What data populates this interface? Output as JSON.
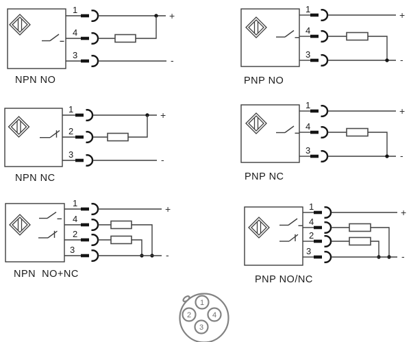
{
  "diagrams": [
    {
      "id": "npn-no",
      "label": "NPN NO",
      "positive": "+",
      "negative": "-",
      "wires": [
        {
          "pin": "1"
        },
        {
          "pin": "4"
        },
        {
          "pin": "3"
        }
      ]
    },
    {
      "id": "pnp-no",
      "label": "PNP NO",
      "positive": "+",
      "negative": "-",
      "wires": [
        {
          "pin": "1"
        },
        {
          "pin": "4"
        },
        {
          "pin": "3"
        }
      ]
    },
    {
      "id": "npn-nc",
      "label": "NPN NC",
      "positive": "+",
      "negative": "-",
      "wires": [
        {
          "pin": "1"
        },
        {
          "pin": "2"
        },
        {
          "pin": "3"
        }
      ]
    },
    {
      "id": "pnp-nc",
      "label": "PNP NC",
      "positive": "+",
      "negative": "-",
      "wires": [
        {
          "pin": "1"
        },
        {
          "pin": "4"
        },
        {
          "pin": "3"
        }
      ]
    },
    {
      "id": "npn-no-nc",
      "label": "NPN  NO+NC",
      "positive": "+",
      "negative": "-",
      "wires": [
        {
          "pin": "1"
        },
        {
          "pin": "4"
        },
        {
          "pin": "2"
        },
        {
          "pin": "3"
        }
      ]
    },
    {
      "id": "pnp-no-nc",
      "label": "PNP NO/NC",
      "positive": "+",
      "negative": "-",
      "wires": [
        {
          "pin": "1"
        },
        {
          "pin": "4"
        },
        {
          "pin": "2"
        },
        {
          "pin": "3"
        }
      ]
    }
  ],
  "connector": {
    "pins": [
      {
        "number": "1",
        "position": "top"
      },
      {
        "number": "2",
        "position": "left"
      },
      {
        "number": "3",
        "position": "bottom"
      },
      {
        "number": "4",
        "position": "right"
      }
    ]
  },
  "colors": {
    "line": "#3d3d3d",
    "plug": "#141414",
    "connector_gray": "#828282",
    "text": "#1a1a1a"
  }
}
